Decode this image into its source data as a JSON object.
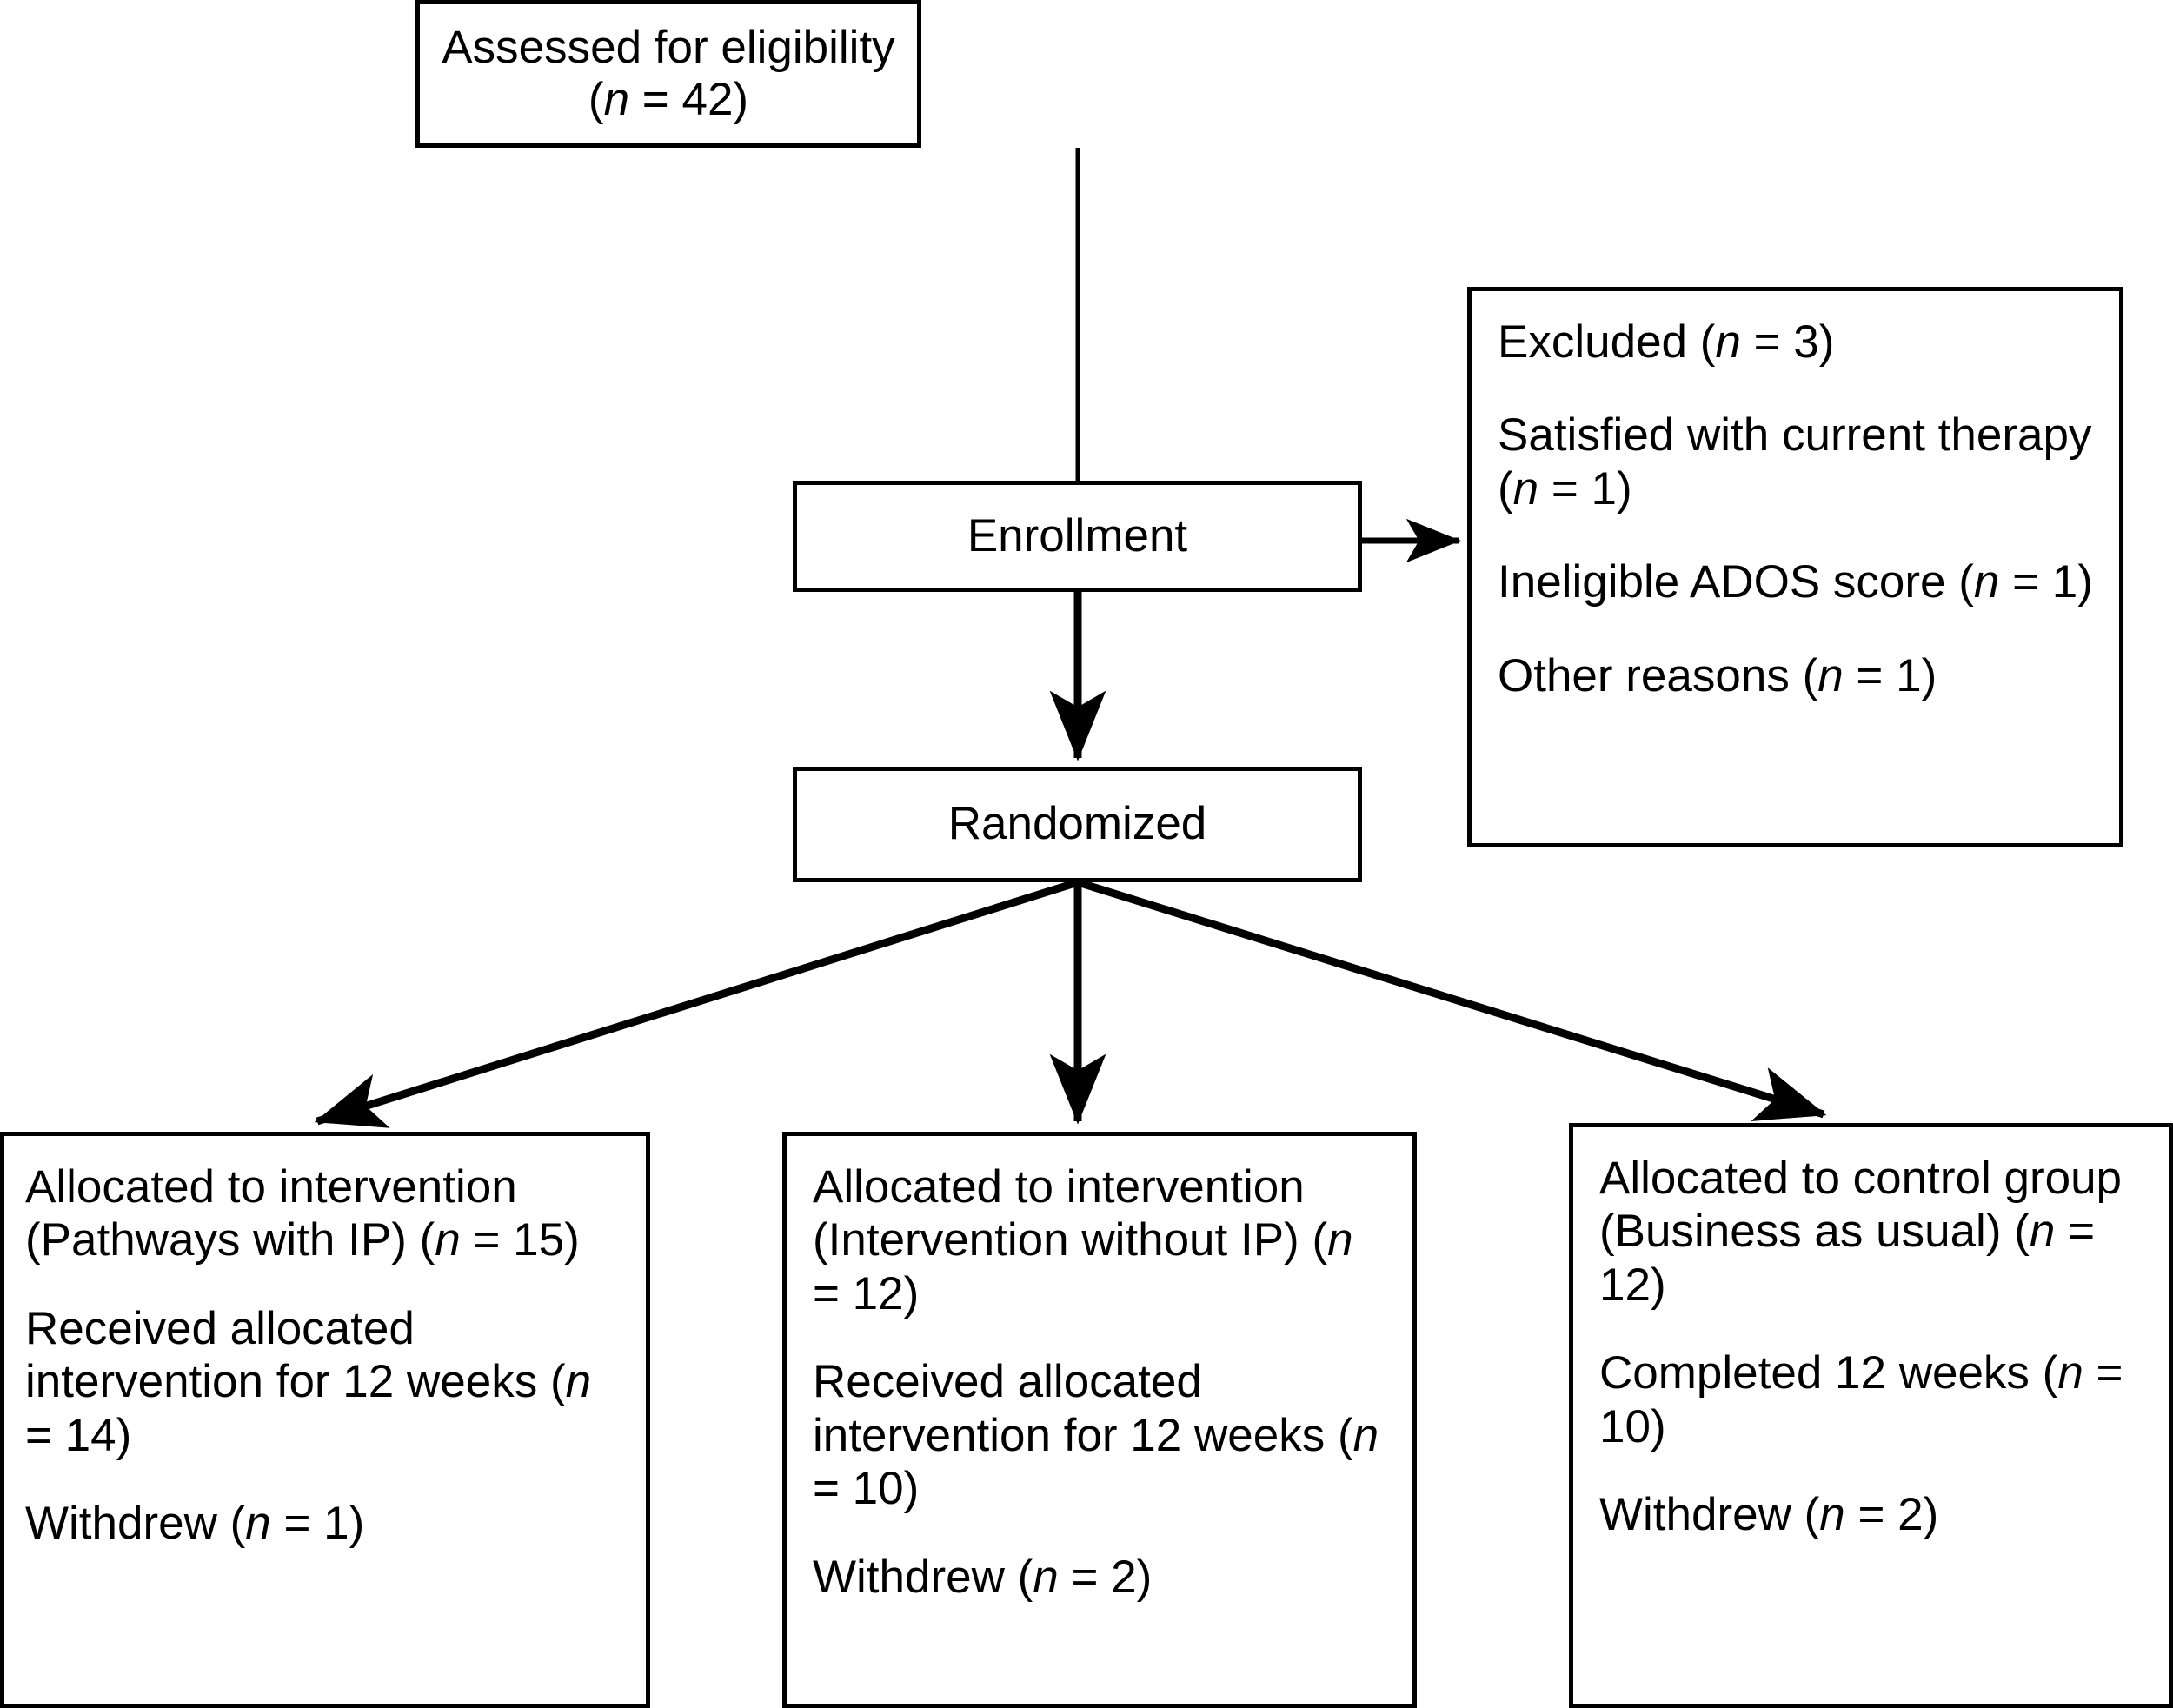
{
  "diagram": {
    "title": "CONSORT participant flow diagram",
    "type": "flowchart",
    "colors": {
      "stroke": "#000000",
      "background": "#ffffff",
      "text": "#000000"
    }
  },
  "nodes": {
    "assessed": {
      "label": "Assessed for eligibility",
      "count_line": "(n = 42)",
      "n": 42
    },
    "enrollment": {
      "label": "Enrollment"
    },
    "randomized": {
      "label": "Randomized"
    },
    "excluded": {
      "heading": "Excluded (n = 3)",
      "n": 3,
      "reasons": [
        {
          "text": "Satisfied with current therapy (n = 1)",
          "n": 1
        },
        {
          "text": "Ineligible ADOS score (n = 1)",
          "n": 1
        },
        {
          "text": "Other reasons (n = 1)",
          "n": 1
        }
      ]
    },
    "alloc_ip": {
      "allocation": "Allocated to intervention (Pathways with IP) (n = 15)",
      "allocated_n": 15,
      "received": "Received allocated intervention for 12 weeks (n = 14)",
      "received_n": 14,
      "withdrew": "Withdrew (n = 1)",
      "withdrew_n": 1
    },
    "alloc_noip": {
      "allocation": "Allocated to intervention (Intervention without IP) (n = 12)",
      "allocated_n": 12,
      "received": "Received allocated intervention for 12 weeks (n = 10)",
      "received_n": 10,
      "withdrew": "Withdrew (n = 2)",
      "withdrew_n": 2
    },
    "alloc_control": {
      "allocation": "Allocated to control group (Business as usual) (n = 12)",
      "allocated_n": 12,
      "completed": "Completed 12 weeks (n = 10)",
      "completed_n": 10,
      "withdrew": "Withdrew (n = 2)",
      "withdrew_n": 2
    }
  },
  "edges": [
    {
      "from": "assessed",
      "to": "enrollment",
      "style": "plain-line"
    },
    {
      "from": "enrollment",
      "to": "excluded",
      "style": "arrow"
    },
    {
      "from": "enrollment",
      "to": "randomized",
      "style": "arrow"
    },
    {
      "from": "randomized",
      "to": "alloc_ip",
      "style": "arrow"
    },
    {
      "from": "randomized",
      "to": "alloc_noip",
      "style": "arrow"
    },
    {
      "from": "randomized",
      "to": "alloc_control",
      "style": "arrow"
    }
  ]
}
